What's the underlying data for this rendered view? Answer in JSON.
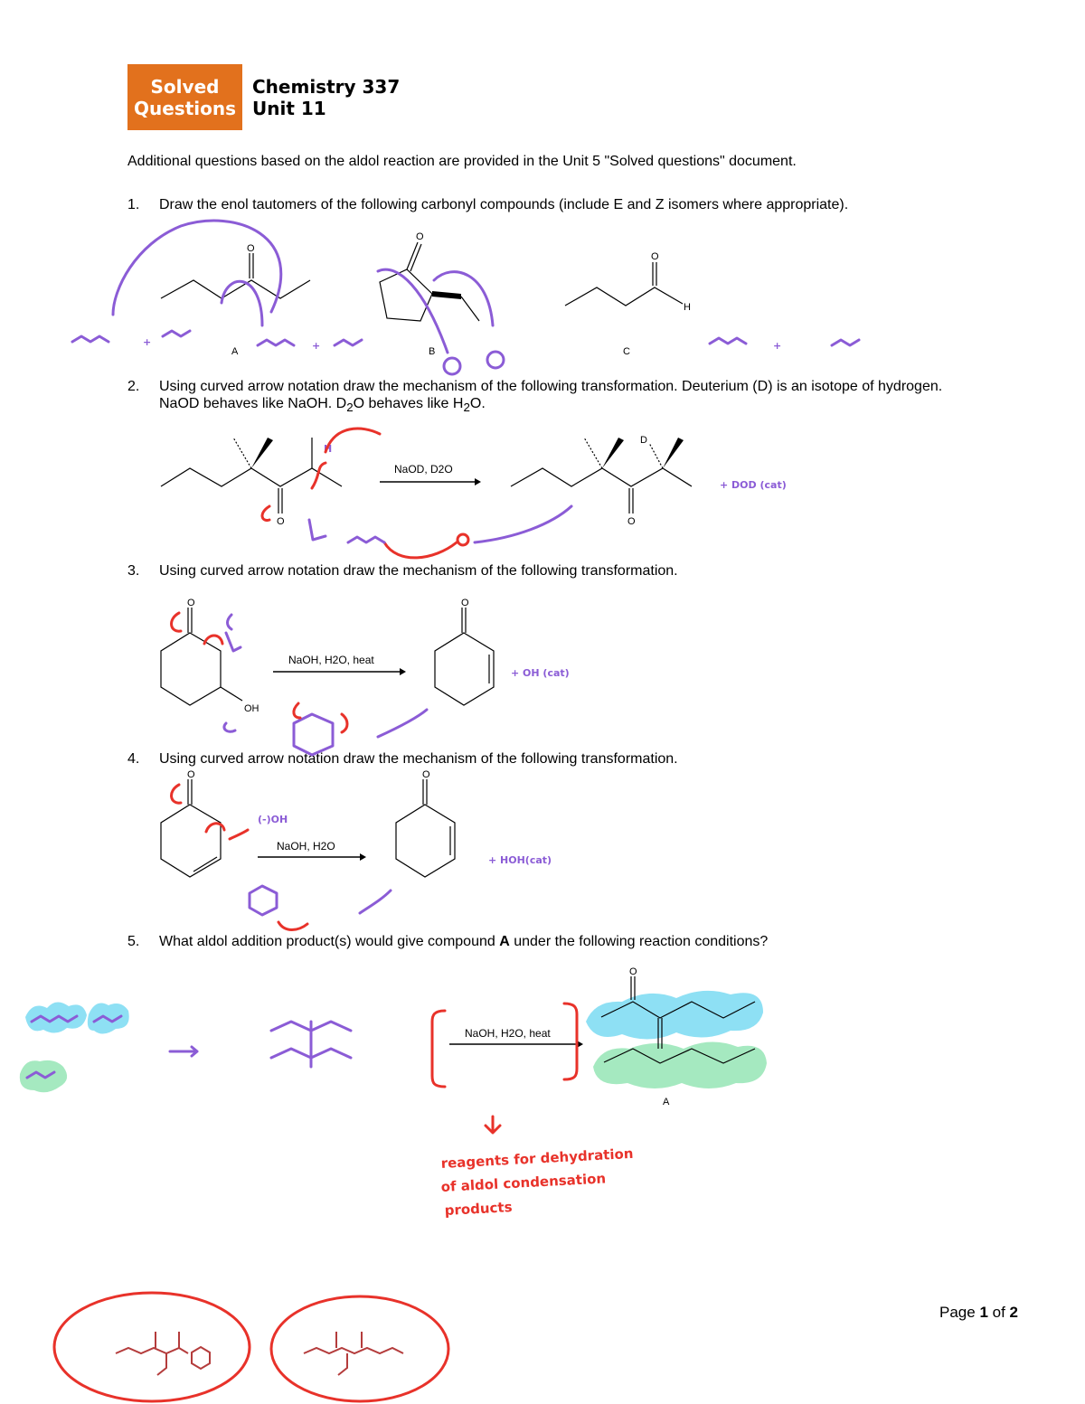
{
  "header": {
    "badge_line1": "Solved",
    "badge_line2": "Questions",
    "course_line1": "Chemistry 337",
    "course_line2": "Unit 11"
  },
  "intro": "Additional questions based on the aldol reaction are provided in the Unit 5 \"Solved questions\" document.",
  "questions": [
    {
      "num": "1.",
      "text": "Draw the enol tautomers of the following carbonyl compounds (include E and Z isomers where appropriate)."
    },
    {
      "num": "2.",
      "text_a": "Using curved arrow notation draw the mechanism of the following transformation.  Deuterium (D) is an isotope of hydrogen.  NaOD behaves like NaOH.  D",
      "text_b": "O behaves like H",
      "text_c": "O.",
      "sub": "2"
    },
    {
      "num": "3.",
      "text": "Using curved arrow notation draw the mechanism of the following transformation."
    },
    {
      "num": "4.",
      "text": "Using curved arrow notation draw the mechanism of the following transformation."
    },
    {
      "num": "5.",
      "text_a": "What aldol addition product(s) would give compound ",
      "text_bold": "A",
      "text_b": " under the following reaction conditions?"
    }
  ],
  "structure_labels": {
    "q1_A": "A",
    "q1_B": "B",
    "q1_C": "C",
    "O": "O",
    "H": "H",
    "D": "D",
    "OH": "OH",
    "q5_A": "A"
  },
  "reagents": {
    "q2": "NaOD, D2O",
    "q3": "NaOH, H2O, heat",
    "q4": "NaOH, H2O",
    "q5": "NaOH, H2O, heat"
  },
  "handwriting": {
    "q2_byproduct": "+ DOD (cat)",
    "q3_byproduct": "+ OH (cat)",
    "q4_byproduct": "+ HOH(cat)",
    "note_line1": "reagents for dehydration",
    "note_line2": "of aldol condensation",
    "note_line3": "products"
  },
  "footer": {
    "prefix": "Page ",
    "current": "1",
    "middle": " of ",
    "total": "2"
  },
  "colors": {
    "badge": "#e2711d",
    "ink_purple": "#8b5cd6",
    "ink_red": "#e8322a",
    "highlight_blue": "#5ed3f0",
    "highlight_green": "#8ee3b0"
  }
}
